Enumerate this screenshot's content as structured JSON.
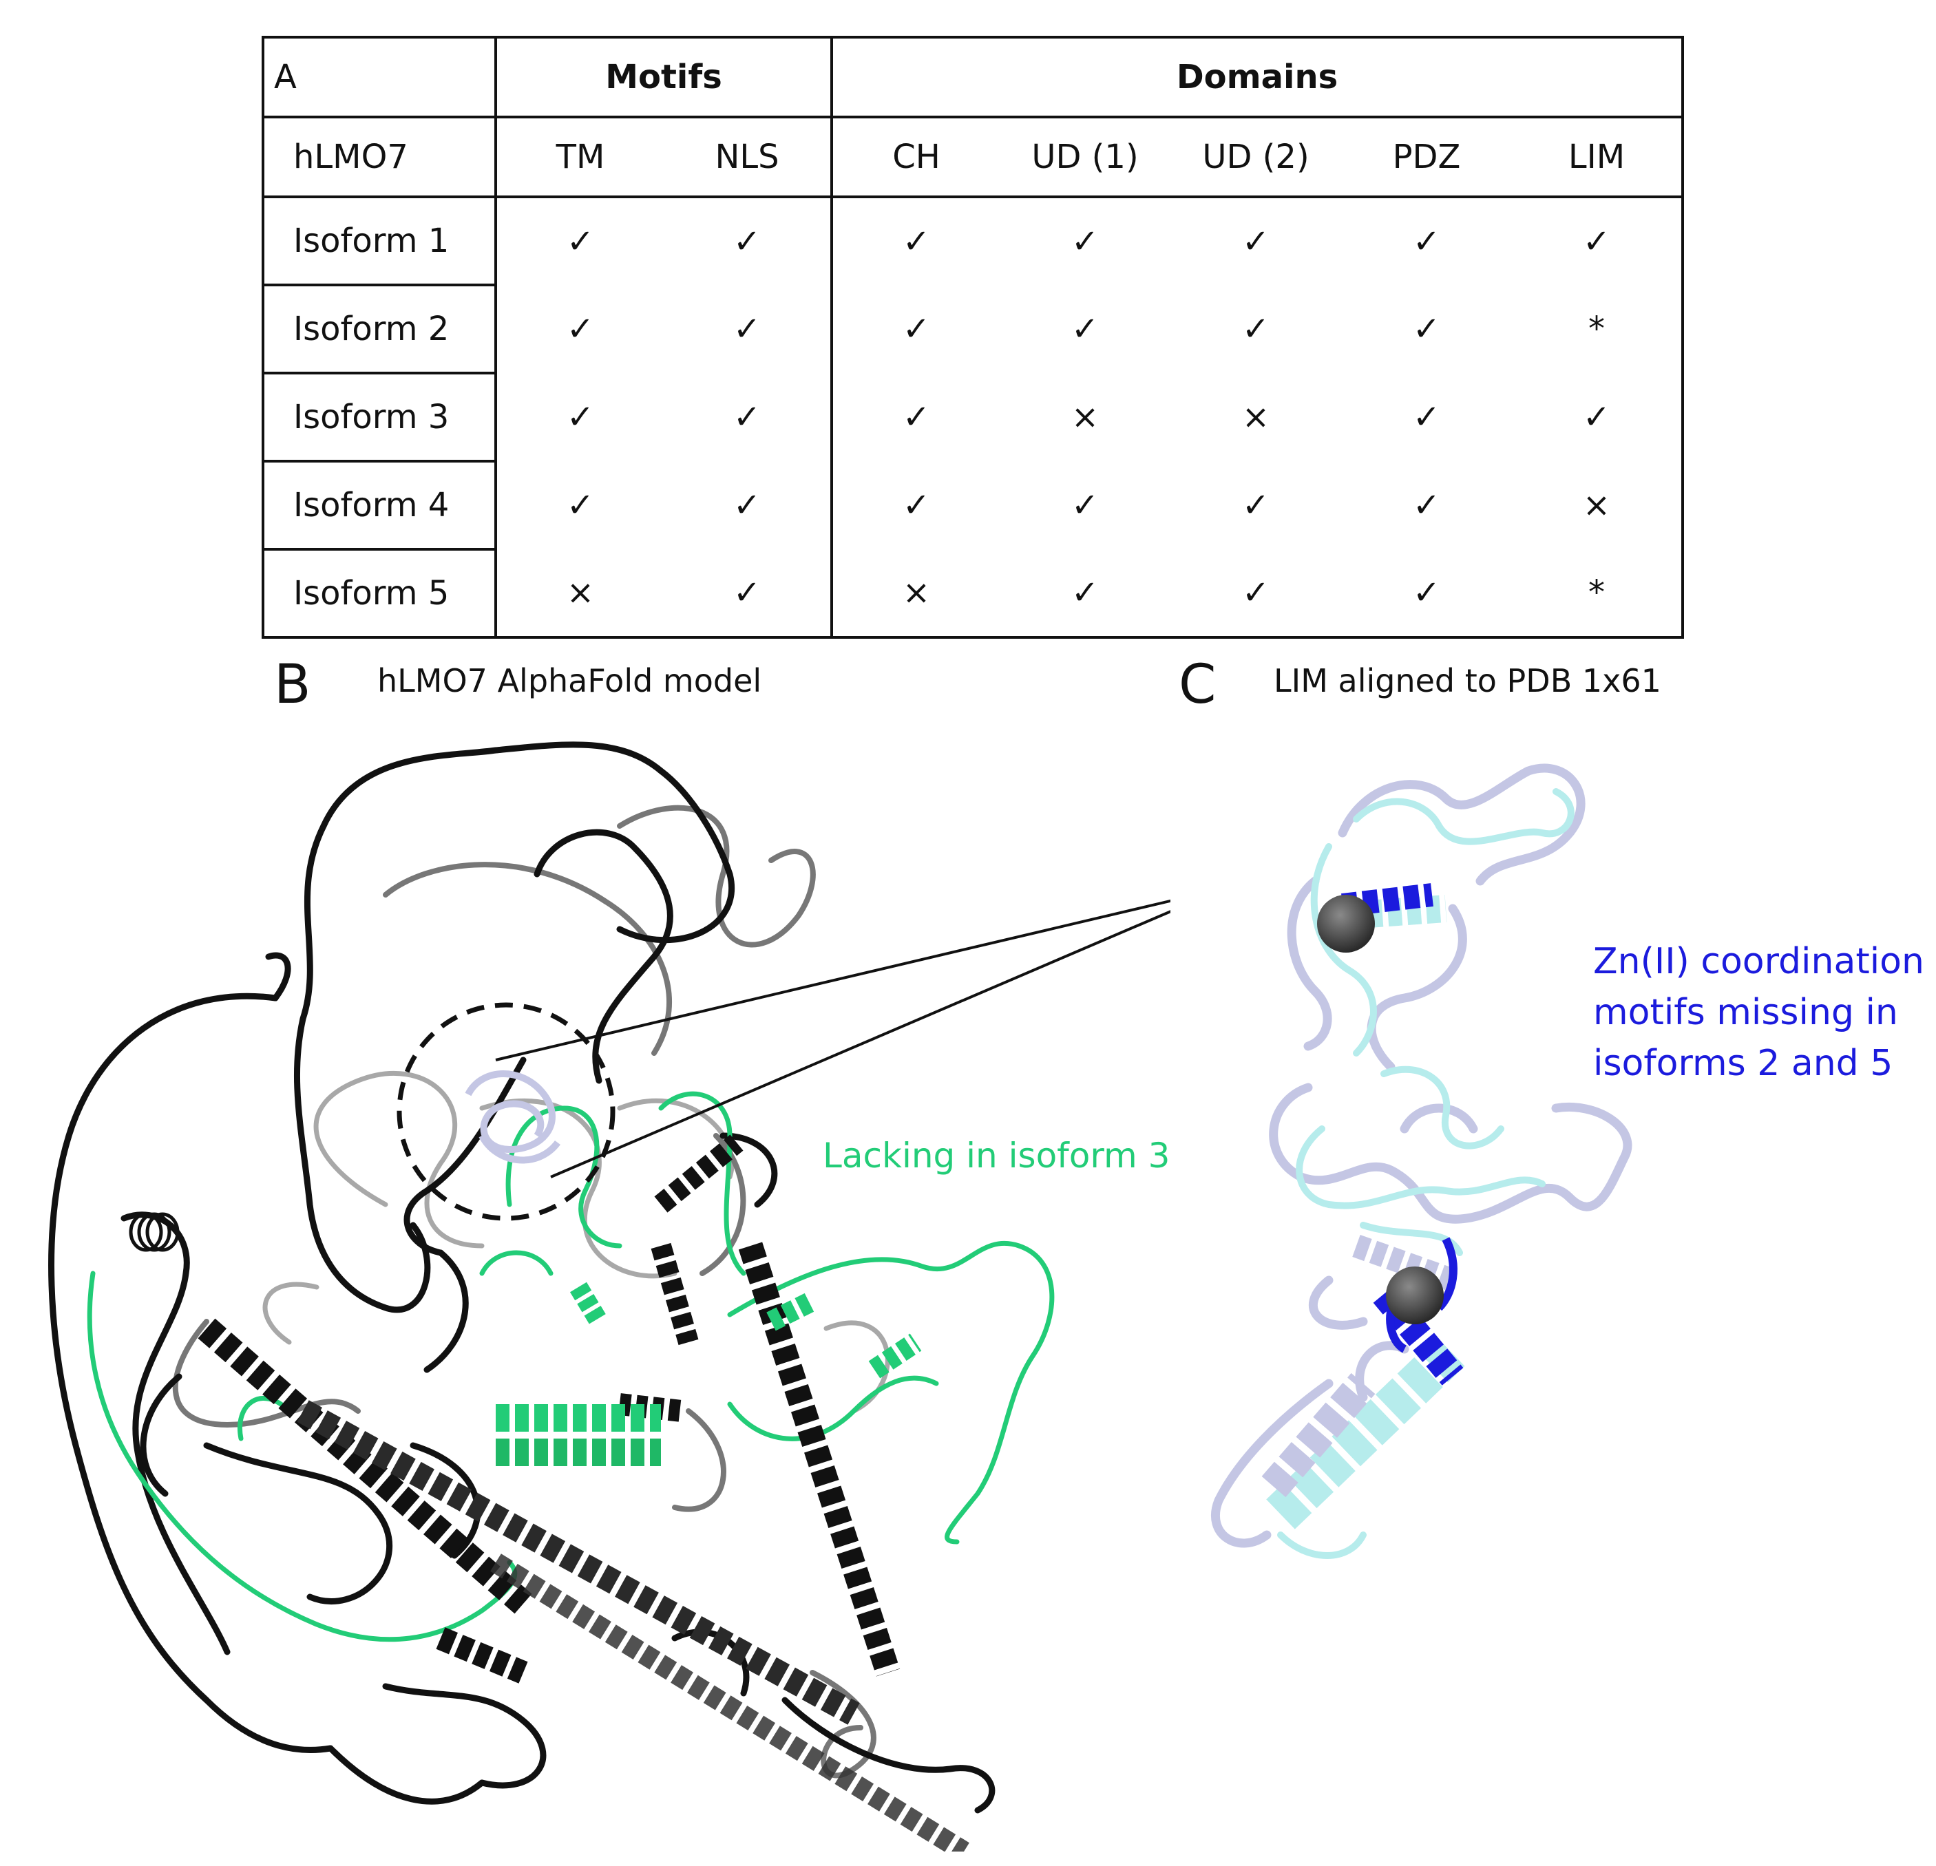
{
  "panel_a": {
    "label": "A",
    "group_headers": {
      "motifs": "Motifs",
      "domains": "Domains"
    },
    "row_header": "hLMO7",
    "columns": [
      "TM",
      "NLS",
      "CH",
      "UD (1)",
      "UD (2)",
      "PDZ",
      "LIM"
    ],
    "rows": [
      {
        "name": "Isoform 1",
        "cells": [
          "✓",
          "✓",
          "✓",
          "✓",
          "✓",
          "✓",
          "✓"
        ]
      },
      {
        "name": "Isoform 2",
        "cells": [
          "✓",
          "✓",
          "✓",
          "✓",
          "✓",
          "✓",
          "*"
        ]
      },
      {
        "name": "Isoform 3",
        "cells": [
          "✓",
          "✓",
          "✓",
          "×",
          "×",
          "✓",
          "✓"
        ]
      },
      {
        "name": "Isoform 4",
        "cells": [
          "✓",
          "✓",
          "✓",
          "✓",
          "✓",
          "✓",
          "×"
        ]
      },
      {
        "name": "Isoform 5",
        "cells": [
          "×",
          "✓",
          "×",
          "✓",
          "✓",
          "✓",
          "*"
        ]
      }
    ]
  },
  "panel_b": {
    "label": "B",
    "caption": "hLMO7 AlphaFold model",
    "annotation": "Lacking in isoform 3"
  },
  "panel_c": {
    "label": "C",
    "caption": "LIM aligned to PDB 1x61",
    "annotation": [
      "Zn(II) coordination",
      "motifs missing in",
      "isoforms 2 and 5"
    ]
  },
  "colors": {
    "backbone": "#111111",
    "backbone_gray": "#777777",
    "backbone_light": "#a8a8a8",
    "isoform3_region": "#22cc77",
    "lim_lavender": "#c4c6e4",
    "lim_cyan": "#b6ecec",
    "zn_motif_blue": "#1b1bdd",
    "zn_atom": "#3a3a3a"
  }
}
